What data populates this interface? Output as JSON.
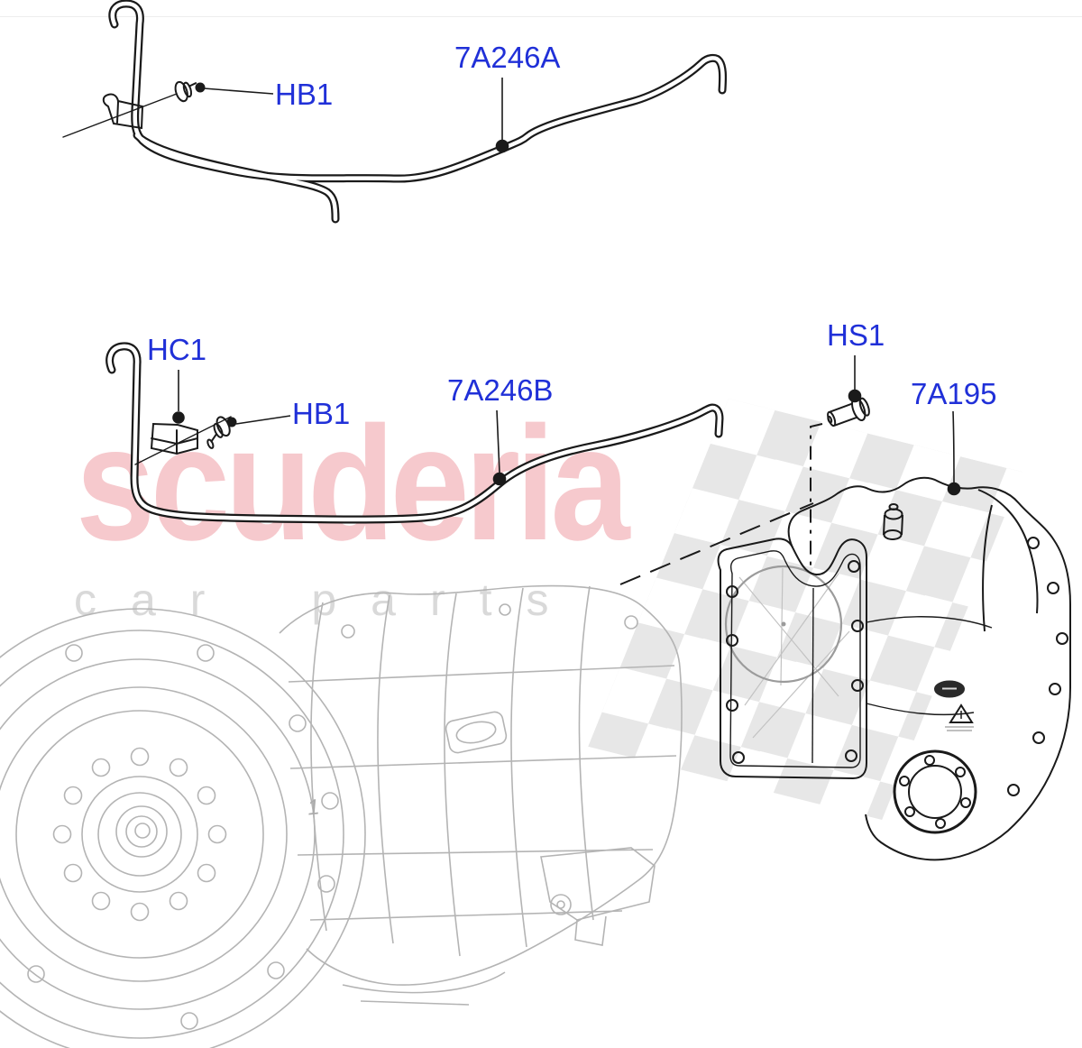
{
  "watermark": {
    "brand": "scuderia",
    "subtitle": "car parts",
    "brand_color": "#f6c9cd",
    "subtitle_color": "#d9d9d9",
    "checker_color": "#d4d4d4"
  },
  "colors": {
    "callout_text": "#2030d8",
    "foreground_line": "#1a1a1a",
    "faded_part_line": "#b4b4b4",
    "gasket_circle": "#9b9b9b"
  },
  "callouts": {
    "pipe_a": {
      "label": "7A246A"
    },
    "pipe_a_grommet": {
      "label": "HB1"
    },
    "pipe_b_bracket": {
      "label": "HC1"
    },
    "pipe_b_grommet": {
      "label": "HB1"
    },
    "pipe_b": {
      "label": "7A246B"
    },
    "bolt": {
      "label": "HS1"
    },
    "transfer_case": {
      "label": "7A195"
    }
  },
  "background_part": {
    "item_marker": "1"
  }
}
